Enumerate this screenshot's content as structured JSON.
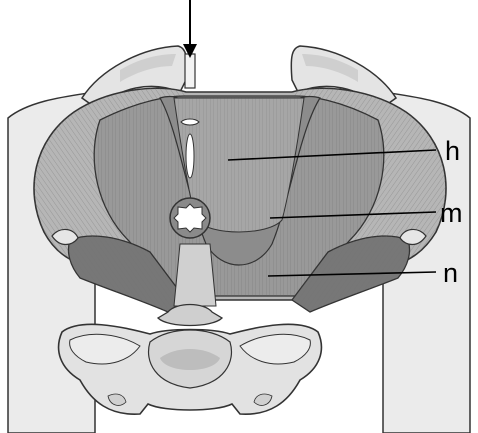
{
  "labels": {
    "h": "h",
    "m": "m",
    "n": "n"
  },
  "colors": {
    "background": "#ffffff",
    "pelvis_wall": "#ebebeb",
    "bone": "#e2e2e2",
    "bone_shadow": "#c3c3c3",
    "muscle_outer": "#b8b8b8",
    "muscle_mid": "#9a9a9a",
    "muscle_inner": "#7d7d7d",
    "muscle_dark": "#6a6a6a",
    "stroke": "#333333",
    "leader": "#000000"
  },
  "icons": {
    "pointer": "arrow-down-icon"
  }
}
